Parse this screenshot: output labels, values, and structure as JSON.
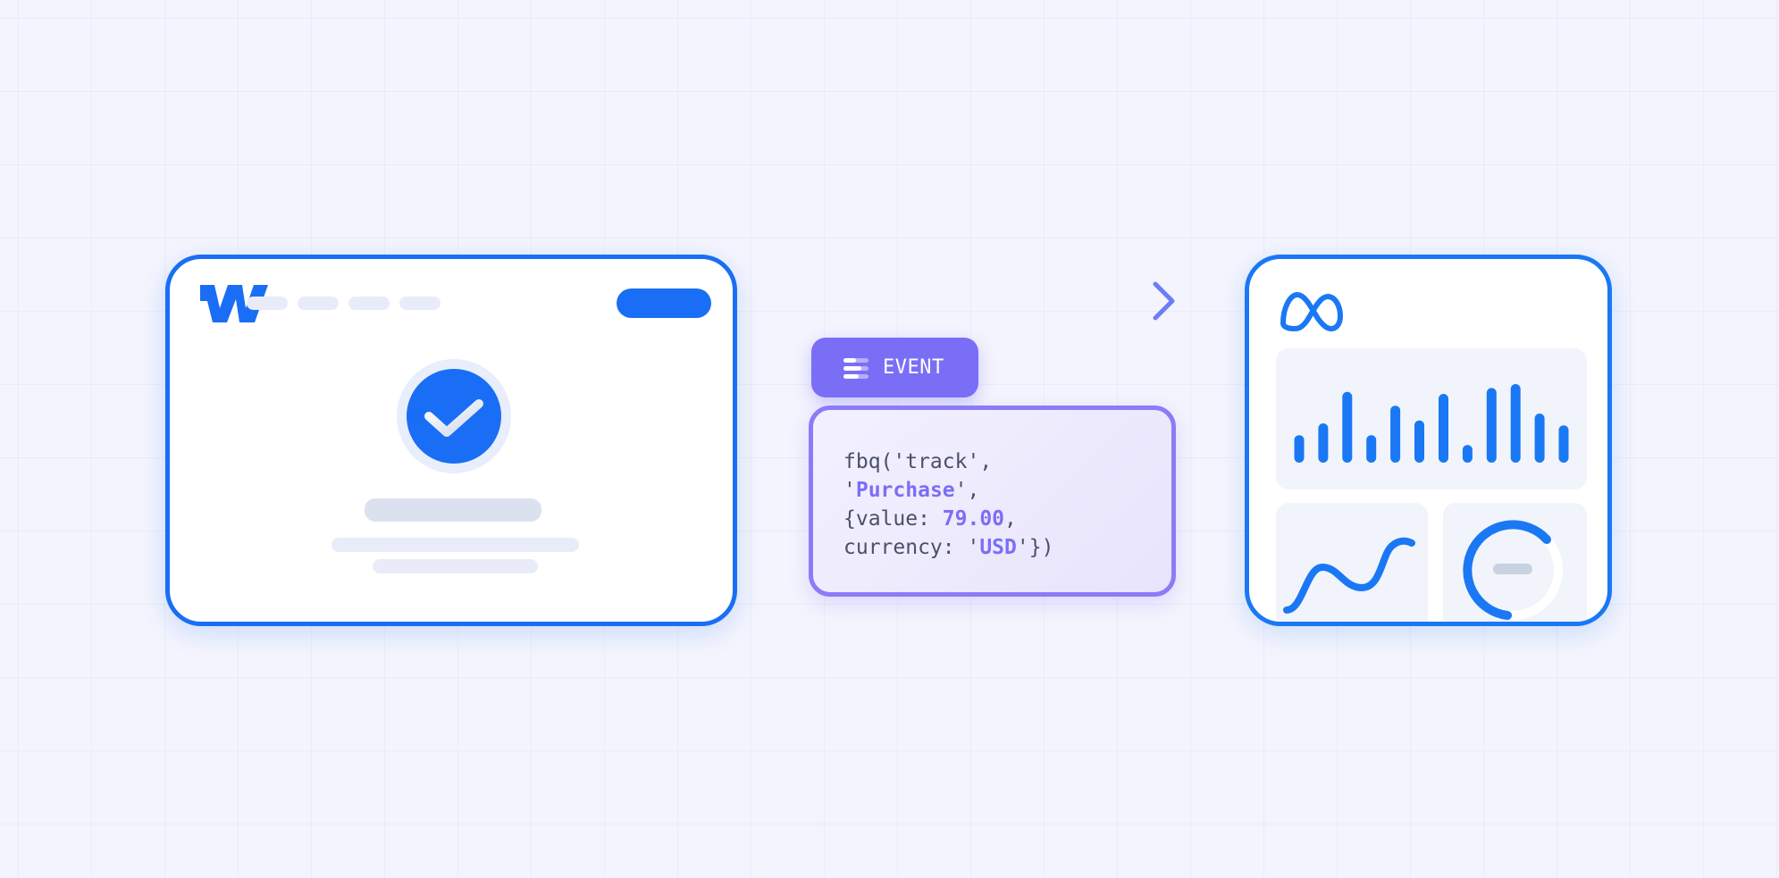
{
  "event": {
    "label": "EVENT"
  },
  "code": {
    "line1": "fbq('track',",
    "line2_pre": "'",
    "line2_hl": "Purchase",
    "line2_post": "',",
    "line3_pre": "{value: ",
    "line3_hl": "79.00",
    "line3_post": ",",
    "line4_pre": "currency: '",
    "line4_hl": "USD",
    "line4_post": "'})"
  },
  "colors": {
    "webflow_blue": "#1a6ef5",
    "meta_blue": "#1a78f5",
    "event_purple": "#7b6ef6",
    "background": "#f3f4fd"
  },
  "icons": {
    "webflow": "webflow-logo-icon",
    "check": "checkmark-icon",
    "arrow": "arrow-right-icon",
    "event": "event-list-icon",
    "meta": "meta-logo-icon"
  },
  "chart_data": [
    {
      "type": "bar",
      "values": [
        28,
        40,
        72,
        28,
        58,
        43,
        70,
        18,
        76,
        80,
        50,
        38
      ]
    }
  ]
}
